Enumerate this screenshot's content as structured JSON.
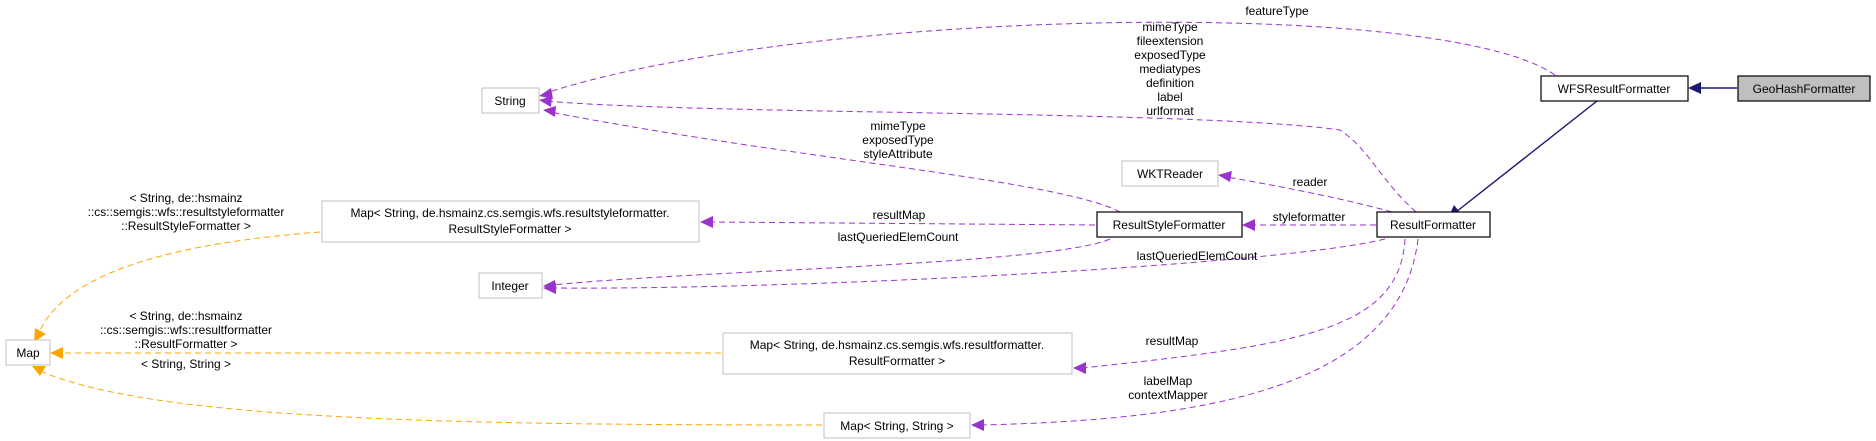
{
  "nodes": {
    "geohash": "GeoHashFormatter",
    "wfs": "WFSResultFormatter",
    "string": "String",
    "wkt": "WKTReader",
    "mapstyle_1": "Map< String, de.hsmainz.cs.semgis.wfs.resultstyleformatter.",
    "mapstyle_2": "ResultStyleFormatter >",
    "styleformatter": "ResultStyleFormatter",
    "resultformatter": "ResultFormatter",
    "integer": "Integer",
    "map": "Map",
    "mapresult_1": "Map< String, de.hsmainz.cs.semgis.wfs.resultformatter.",
    "mapresult_2": "ResultFormatter >",
    "mapss": "Map< String, String >"
  },
  "edges": {
    "featureType": "featureType",
    "rf_string": [
      "mimeType",
      "fileextension",
      "exposedType",
      "mediatypes",
      "definition",
      "label",
      "urlformat"
    ],
    "rsf_string": [
      "mimeType",
      "exposedType",
      "styleAttribute"
    ],
    "reader": "reader",
    "resultMap_style": "resultMap",
    "styleformatter": "styleformatter",
    "lastQueried_rsf": "lastQueriedElemCount",
    "lastQueried_rf": "lastQueriedElemCount",
    "resultMap_rf": "resultMap",
    "labelMap": [
      "labelMap",
      "contextMapper"
    ],
    "tmpl_style": [
      "< String, de::hsmainz",
      "::cs::semgis::wfs::resultstyleformatter",
      "::ResultStyleFormatter >"
    ],
    "tmpl_result": [
      "< String, de::hsmainz",
      "::cs::semgis::wfs::resultformatter",
      "::ResultFormatter >"
    ],
    "tmpl_ss": "< String, String >"
  },
  "colors": {
    "composition": "#9a32cd",
    "template": "#ffa500",
    "inheritance": "#191970",
    "focus_fill": "#bfbfbf"
  }
}
